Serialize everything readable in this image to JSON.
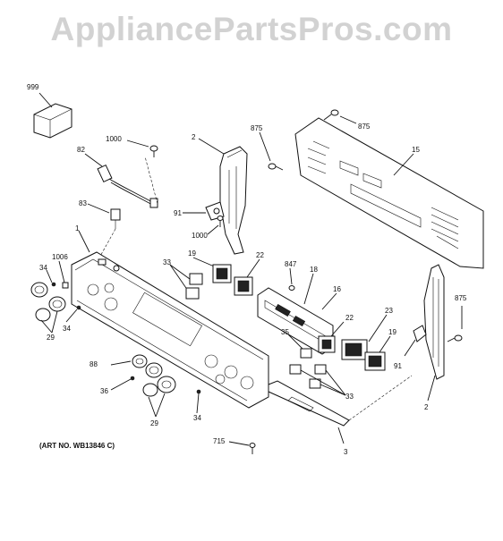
{
  "watermark": "AppliancePartsPros.com",
  "art_number": "(ART NO. WB13846 C)",
  "callouts": {
    "c999": "999",
    "c1000a": "1000",
    "c82": "82",
    "c2a": "2",
    "c875a": "875",
    "c875b": "875",
    "c15": "15",
    "c83": "83",
    "c91a": "91",
    "c1000b": "1000",
    "c1": "1",
    "c1006": "1006",
    "c34a": "34",
    "c33a": "33",
    "c19a": "19",
    "c22a": "22",
    "c847": "847",
    "c18": "18",
    "c16": "16",
    "c875c": "875",
    "c29a": "29",
    "c34b": "34",
    "c35": "35",
    "c22b": "22",
    "c23": "23",
    "c19b": "19",
    "c91b": "91",
    "c88": "88",
    "c36": "36",
    "c33b": "33",
    "c2b": "2",
    "c29b": "29",
    "c34c": "34",
    "c715": "715",
    "c3": "3"
  }
}
